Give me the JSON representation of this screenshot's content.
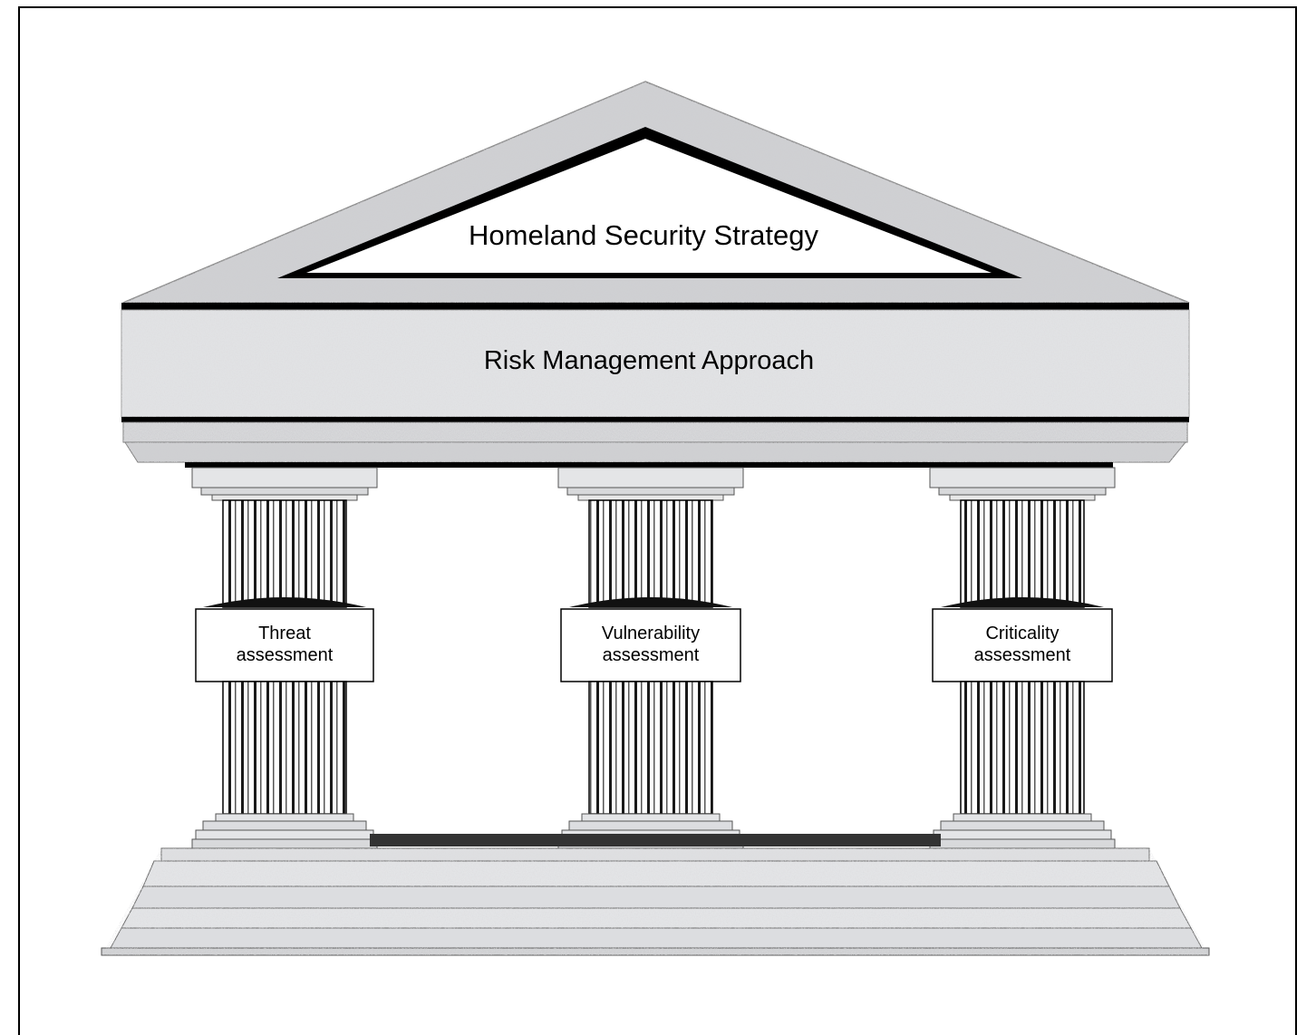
{
  "diagram": {
    "roof_label": "Homeland Security Strategy",
    "entablature_label": "Risk Management Approach",
    "pillars": [
      {
        "line1": "Threat",
        "line2": "assessment"
      },
      {
        "line1": "Vulnerability",
        "line2": "assessment"
      },
      {
        "line1": "Criticality",
        "line2": "assessment"
      }
    ]
  }
}
